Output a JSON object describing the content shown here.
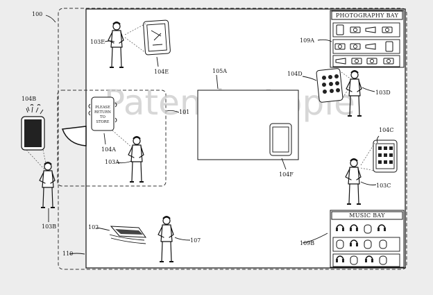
{
  "figure": {
    "watermark": "Patently Apple",
    "refs": {
      "system": "100",
      "store": "101",
      "zone_outline": "110",
      "device_a": "104A",
      "device_b": "104B",
      "device_c": "104C",
      "device_d": "104D",
      "device_e": "104E",
      "device_f": "104F",
      "table": "105A",
      "person_a": "103A",
      "person_b": "103B",
      "person_c": "103C",
      "person_d": "103D",
      "person_e": "103E",
      "pad": "102",
      "employee": "107",
      "photo_bay": "109A",
      "music_bay": "109B"
    },
    "labels": {
      "photography_bay": "PHOTOGRAPHY BAY",
      "music_bay": "MUSIC BAY",
      "return_sign": [
        "PLEASE",
        "RETURN",
        "TO",
        "STORE"
      ]
    }
  }
}
